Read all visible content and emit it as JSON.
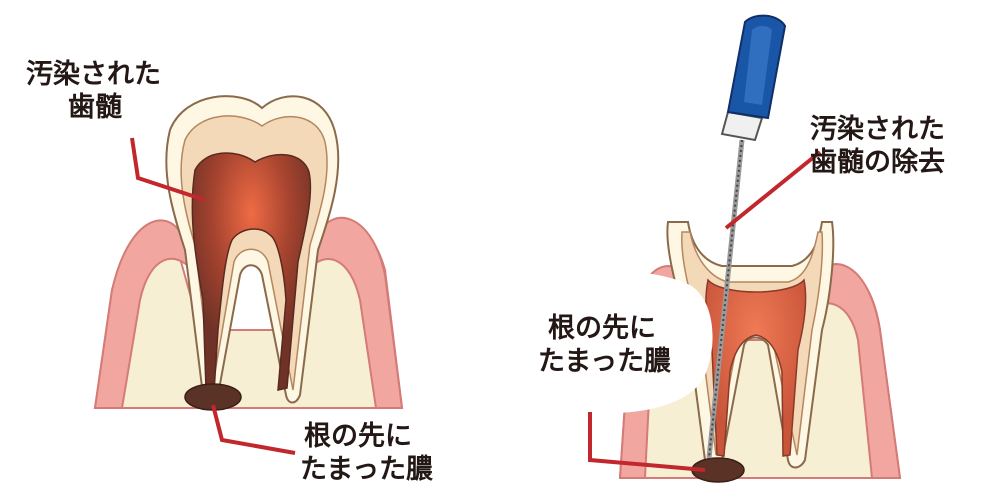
{
  "labels": {
    "infected_pulp_line1": "汚染された",
    "infected_pulp_line2": "歯髄",
    "abscess_left_line1": "根の先に",
    "abscess_left_line2": "たまった膿",
    "removal_line1": "汚染された",
    "removal_line2": "歯髄の除去",
    "abscess_right_line1": "根の先に",
    "abscess_right_line2": "たまった膿"
  },
  "colors": {
    "gum": "#f2a6a0",
    "gum_edge": "#d47b77",
    "bone": "#f6efd3",
    "enamel": "#fdf7e4",
    "dentin": "#f3d9b7",
    "pulp": "#7a3a2c",
    "pulp_glow": "#e2583a",
    "pus": "#5a3226",
    "leader": "#c1272d",
    "file_handle": "#1a56a8"
  },
  "icons": {
    "instrument": "endodontic-file-icon"
  }
}
